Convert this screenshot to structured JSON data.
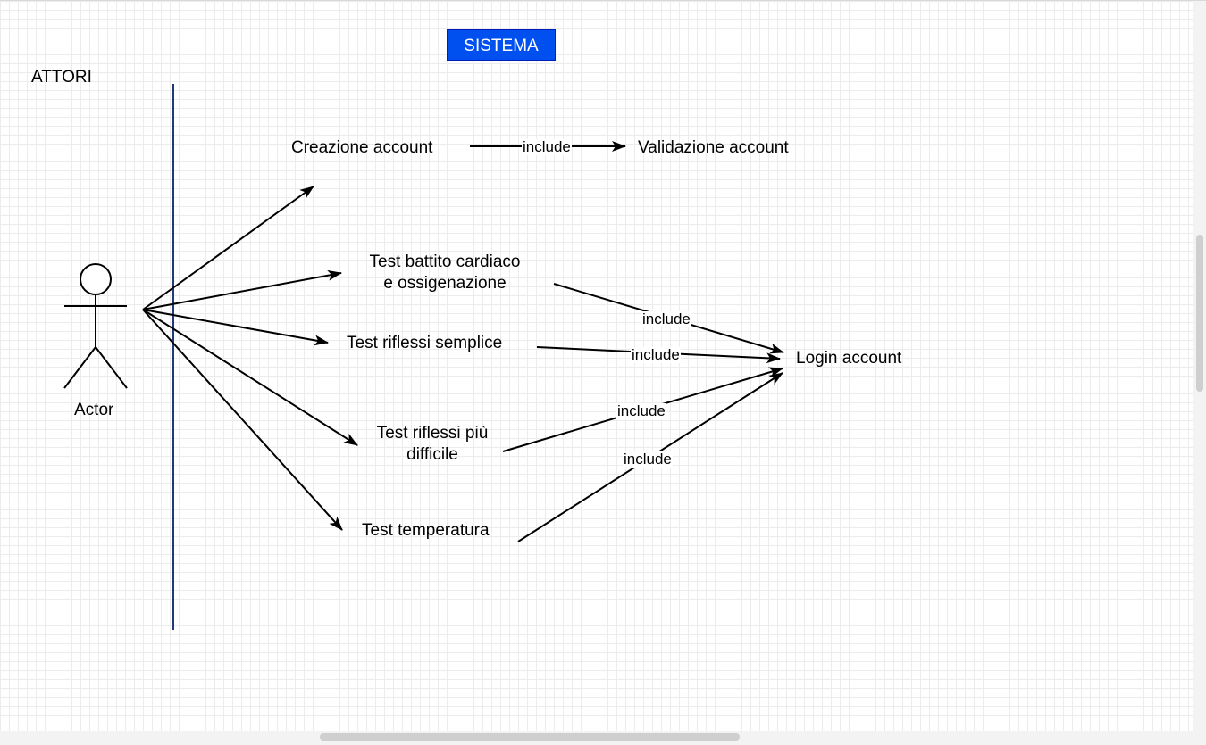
{
  "diagram": {
    "system_label": "SISTEMA",
    "actors_label": "ATTORI",
    "actor_name": "Actor",
    "use_cases": {
      "creazione_account": "Creazione account",
      "validazione_account": "Validazione account",
      "test_battito_line1": "Test battito cardiaco",
      "test_battito_line2": "e ossigenazione",
      "test_riflessi_semplice": "Test riflessi semplice",
      "test_riflessi_difficile_line1": "Test riflessi più",
      "test_riflessi_difficile_line2": "difficile",
      "test_temperatura": "Test temperatura",
      "login_account": "Login account"
    },
    "relations": {
      "include_label": "include"
    },
    "colors": {
      "system_fill": "#0050ef",
      "boundary_line": "#1f3a7a",
      "edge": "#000000"
    }
  }
}
